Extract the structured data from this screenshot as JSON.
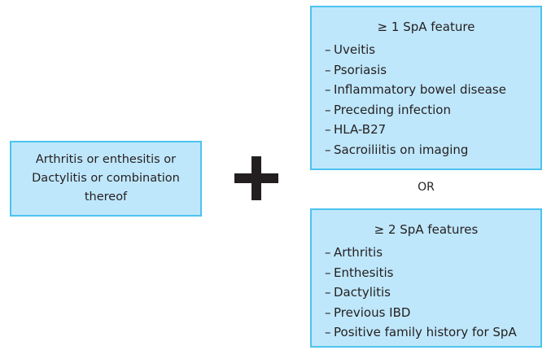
{
  "diagram": {
    "title": "Spondyloarthritis classification criteria diagram",
    "colors": {
      "box_fill": "#bfe7fb",
      "box_border": "#4cc3ef",
      "text": "#231f20",
      "background": "#ffffff"
    },
    "left_box": {
      "lines": [
        "Arthritis or enthesitis or",
        "Dactylitis or combination",
        "thereof"
      ]
    },
    "operator": {
      "plus": "+",
      "or": "OR"
    },
    "top_right_box": {
      "heading": "≥ 1 SpA feature",
      "items": [
        "Uveitis",
        "Psoriasis",
        "Inflammatory bowel disease",
        "Preceding infection",
        "HLA-B27",
        "Sacroiliitis on imaging"
      ]
    },
    "bottom_right_box": {
      "heading": "≥ 2 SpA features",
      "items": [
        "Arthritis",
        "Enthesitis",
        "Dactylitis",
        "Previous IBD",
        "Positive family history for SpA"
      ]
    },
    "dash_glyph": "–"
  }
}
